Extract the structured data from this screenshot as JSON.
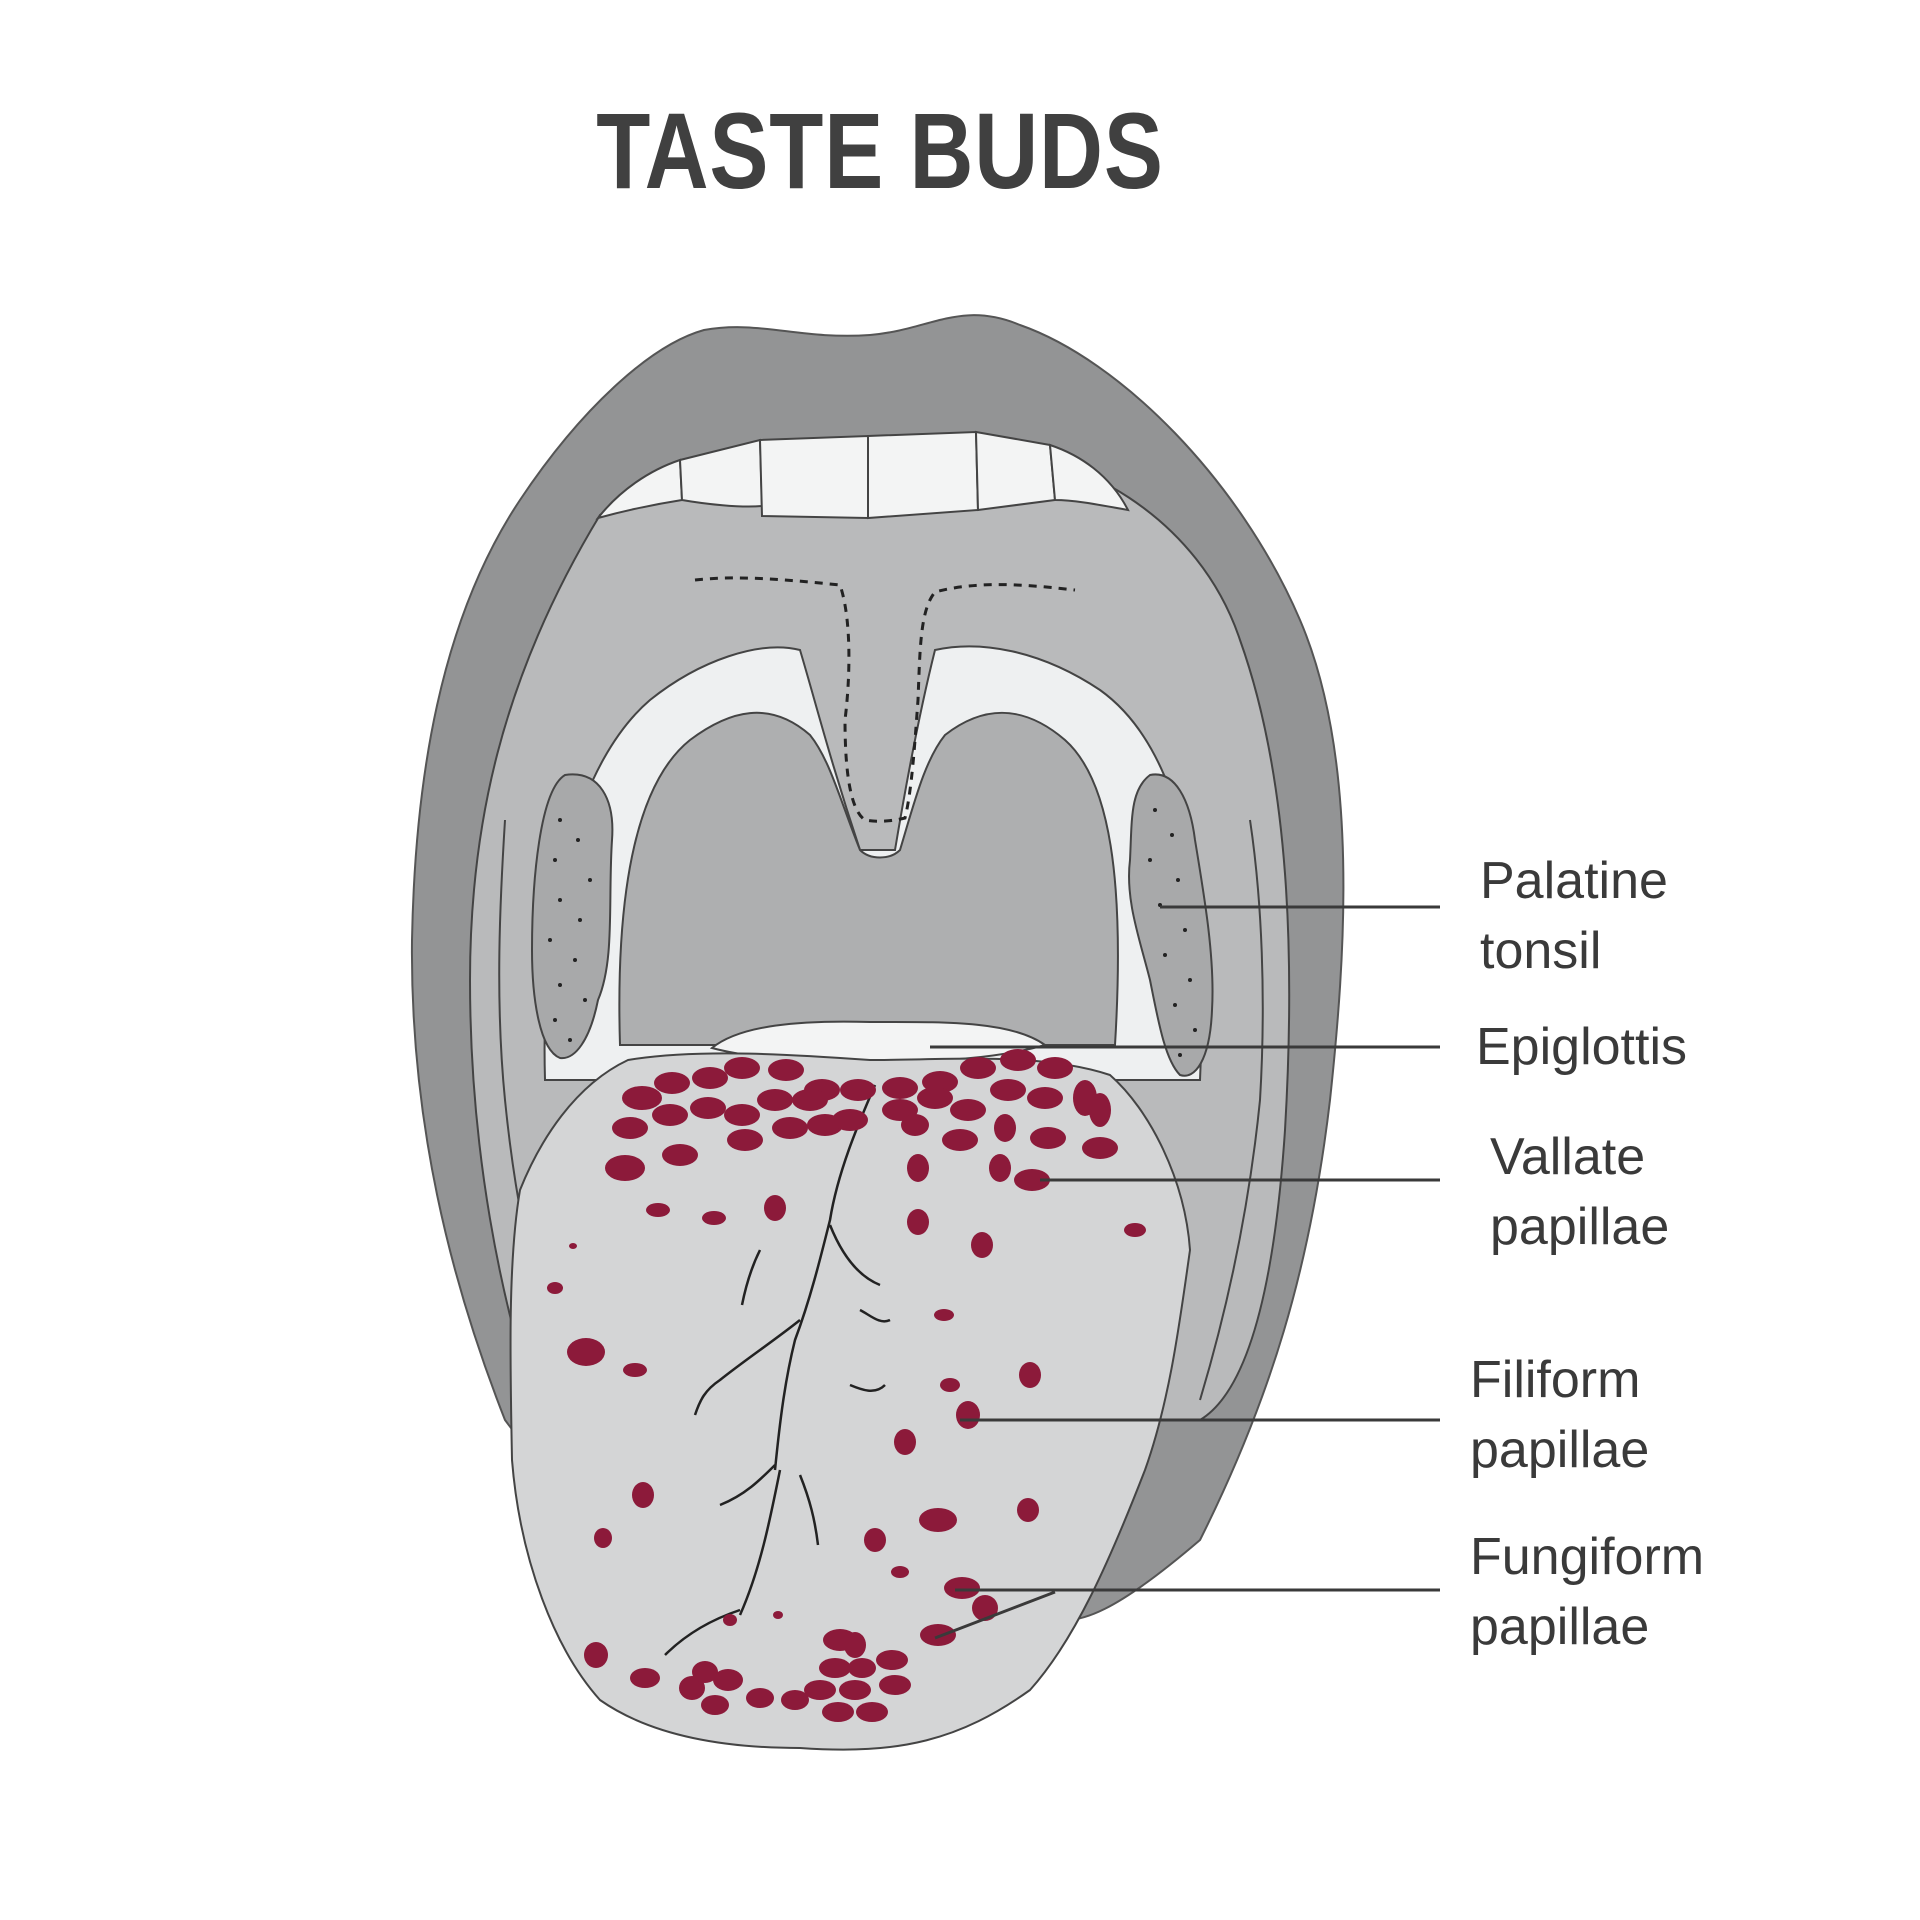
{
  "title": "TASTE BUDS",
  "labels": {
    "palatine_tonsil": [
      "Palatine",
      "tonsil"
    ],
    "epiglottis": [
      "Epiglottis"
    ],
    "vallate_papillae": [
      "Vallate",
      "papillae"
    ],
    "filiform_papillae": [
      "Filiform",
      "papillae"
    ],
    "fungiform_papillae": [
      "Fungiform",
      "papillae"
    ]
  },
  "colors": {
    "lips": "#939495",
    "mouth_interior": "#b9babb",
    "throat": "#aeafb0",
    "tongue": "#d4d5d6",
    "teeth": "#f3f4f4",
    "papillae": "#8c1a3a",
    "text": "#3a3a3a"
  }
}
